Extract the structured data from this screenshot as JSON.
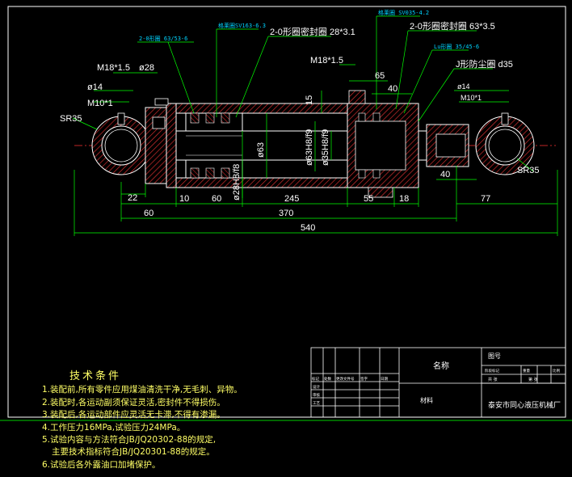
{
  "dimensions": {
    "overall": "540",
    "d370": "370",
    "d60a": "60",
    "d22": "22",
    "d10": "10",
    "d60b": "60",
    "d245": "245",
    "d55": "55",
    "d18": "18",
    "d77": "77",
    "d40r": "40",
    "d65": "65",
    "d40t": "40",
    "d15": "15",
    "sr_left": "SR35",
    "sr_right": "SR35",
    "phi14_left": "ø14",
    "phi14_right": "ø14",
    "m10_left": "M10*1",
    "m10_right": "M10*1",
    "m18_left": "M18*1.5",
    "m18_right": "M18*1.5",
    "phi28": "ø28",
    "phi63_bore": "ø63",
    "phi63h8": "ø63H8/f9",
    "phi35h8": "ø35H8/f9",
    "phi28h8": "ø28H8/f8"
  },
  "callouts": {
    "c1": "2-0形圈 63/53-6",
    "c2": "格莱圈SV163-6.3",
    "c3": "2-0形圈密封圈 28*3.1",
    "c4": "格莱圈 SV035-4.2",
    "c5": "2-0形圈密封圈 63*3.5",
    "c6": "Lu形圈 35/45-6",
    "c7": "J形防尘圈 d35"
  },
  "notes": {
    "title": "技术条件",
    "lines": [
      "1.装配前,所有零件应用煤油清洗干净,无毛刺、异物。",
      "2.装配时,各运动副须保证灵活,密封件不得损伤。",
      "3.装配后,各运动部件应灵活无卡滞,不得有渗漏。",
      "4.工作压力16MPa,试验压力24MPa。",
      "5.试验内容与方法符合JB/JQ20302-88的规定,",
      "主要技术指标符合JB/JQ20301-88的规定。",
      "6.试验后各外露油口加堵保护。"
    ]
  },
  "titleblock": {
    "name_label": "名称",
    "drawing_no_label": "图号",
    "material_label": "材料",
    "company": "泰安市同心液压机械厂",
    "scale_row": [
      "标记",
      "处数",
      "更改文件号",
      "签字",
      "日期"
    ],
    "role_rows": [
      "设计",
      "审核",
      "工艺"
    ],
    "right_small": [
      "阶段标记",
      "重量",
      "比例"
    ],
    "sheet": [
      "共 张",
      "第 张"
    ]
  }
}
